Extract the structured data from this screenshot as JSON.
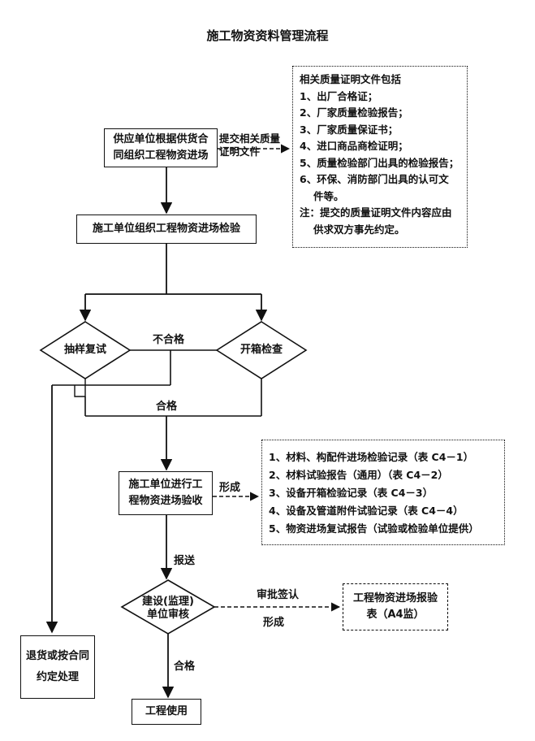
{
  "title": "施工物资资料管理流程",
  "boxes": {
    "supplier": "供应单位根据供货合同组织工程物资进场",
    "inspect": "施工单位组织工程物资进场检验",
    "accept": "施工单位进行工程物资进场验收",
    "return": "退货或按合同约定处理",
    "use": "工程使用",
    "report_form": "工程物资进场报验表（A4监）"
  },
  "diamonds": {
    "resample": "抽样复试",
    "unpack": "开箱检查",
    "review": "建设(监理)单位审核"
  },
  "labels": {
    "submit_cert": "提交相关质量证明文件",
    "unqualified": "不合格",
    "qualified1": "合格",
    "form": "形成",
    "send": "报送",
    "approve": "审批签认",
    "form2": "形成",
    "qualified2": "合格"
  },
  "cert_note": {
    "heading": "相关质量证明文件包括",
    "items": [
      "1、出厂合格证；",
      "2、厂家质量检验报告；",
      "3、厂家质量保证书；",
      "4、进口商品商检证明；",
      "5、质量检验部门出具的检验报告；",
      "6、环保、消防部门出具的认可文",
      "件等。",
      "注：提交的质量证明文件内容应由",
      "供求双方事先约定。"
    ]
  },
  "records_note": {
    "items": [
      "1、材料、构配件进场检验记录（表 C4－1）",
      "2、材料试验报告（通用）（表 C4－2）",
      "3、设备开箱检验记录（表 C4－3）",
      "4、设备及管道附件试验记录（表 C4－4）",
      "5、物资进场复试报告（试验或检验单位提供）"
    ]
  }
}
